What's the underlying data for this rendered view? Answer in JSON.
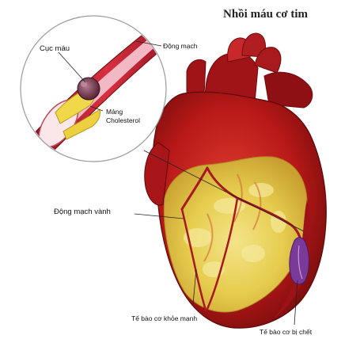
{
  "figure": {
    "title": "Nhồi máu cơ tim",
    "labels": {
      "clot": "Cục máu",
      "artery": "Động mạch",
      "plaque_line1": "Mảng",
      "plaque_line2": "Cholesterol",
      "coronary_artery": "Động mạch vành",
      "healthy_cells": "Tế bào cơ khỏe mạnh",
      "dead_cells": "Tế bào cơ bị chết"
    },
    "colors": {
      "heart_red": "#b81818",
      "fat_yellow": "#e8d45a",
      "dead_tissue": "#6b2f8a",
      "vessel_red": "#c0202a"
    }
  }
}
